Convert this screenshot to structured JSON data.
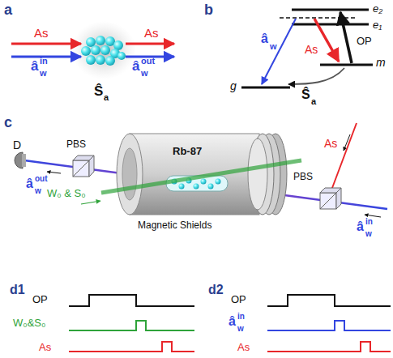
{
  "diagram": {
    "labels": [
      "a",
      "As",
      "â",
      "w",
      "in",
      "As",
      "â",
      "w",
      "out",
      "Ŝ",
      "a",
      "b",
      "e₂",
      "e₁",
      "m",
      "g",
      "OP",
      "As",
      "â",
      "w",
      "Ŝ",
      "a",
      "c",
      "D",
      "PBS",
      "Rb-87",
      "Magnetic Shields",
      "W₀ & S₀",
      "PBS",
      "As",
      "â",
      "w",
      "out",
      "â",
      "w",
      "in",
      "d1",
      "OP",
      "W₀&S₀",
      "As",
      "d2",
      "OP",
      "â",
      "w",
      "in",
      "As"
    ]
  }
}
